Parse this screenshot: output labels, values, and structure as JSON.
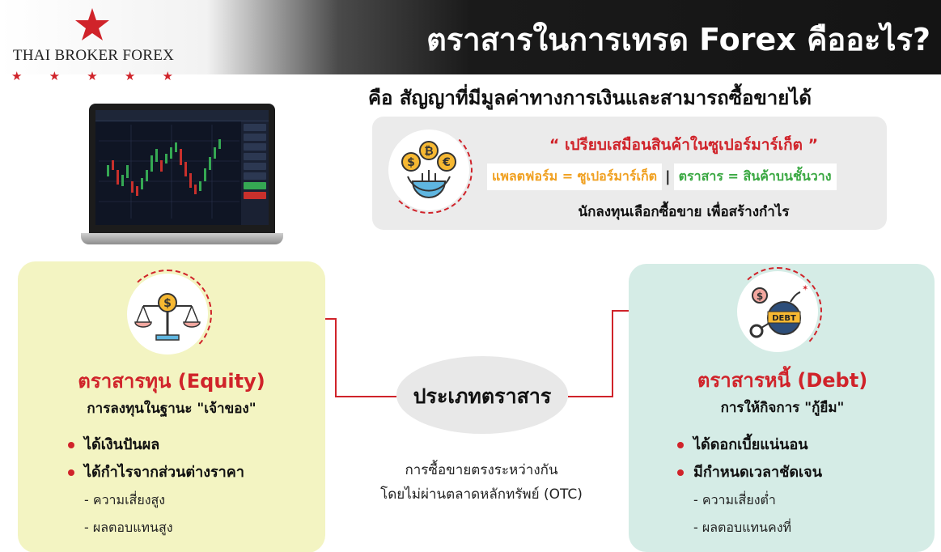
{
  "header": {
    "brand_name": "THAI BROKER FOREX",
    "title": "ตราสารในการเทรด Forex คืออะไร?"
  },
  "definition": "คือ สัญญาที่มีมูลค่าทางการเงินและสามารถซื้อขายได้",
  "analogy": {
    "quote": "“ เปรียบเสมือนสินค้าในซูเปอร์มาร์เก็ต ”",
    "platform": "แพลตฟอร์ม = ซูเปอร์มาร์เก็ต",
    "separator": "|",
    "instrument": "ตราสาร = สินค้าบนชั้นวาง",
    "investor": "นักลงทุนเลือกซื้อขาย เพื่อสร้างกำไร"
  },
  "center": {
    "label": "ประเภทตราสาร",
    "note_line1": "การซื้อขายตรงระหว่างกัน",
    "note_line2": "โดยไม่ผ่านตลาดหลักทรัพย์ (OTC)"
  },
  "equity": {
    "title": "ตราสารทุน (Equity)",
    "subtitle": "การลงทุนในฐานะ \"เจ้าของ\"",
    "bullets": [
      "ได้เงินปันผล",
      "ได้กำไรจากส่วนต่างราคา"
    ],
    "subs": [
      "- ความเสี่ยงสูง",
      "- ผลตอบแทนสูง"
    ]
  },
  "debt": {
    "title": "ตราสารหนี้ (Debt)",
    "subtitle": "การให้กิจการ \"กู้ยืม\"",
    "bullets": [
      "ได้ดอกเบี้ยแน่นอน",
      "มีกำหนดเวลาชัดเจน"
    ],
    "subs": [
      "- ความเสี่ยงต่ำ",
      "- ผลตอบแทนคงที่"
    ],
    "icon_text": "DEBT"
  },
  "colors": {
    "accent_red": "#d0232a",
    "equity_bg": "#f3f4c2",
    "debt_bg": "#d5ece6",
    "platform_orange": "#f0a020",
    "instrument_green": "#3aa842"
  }
}
